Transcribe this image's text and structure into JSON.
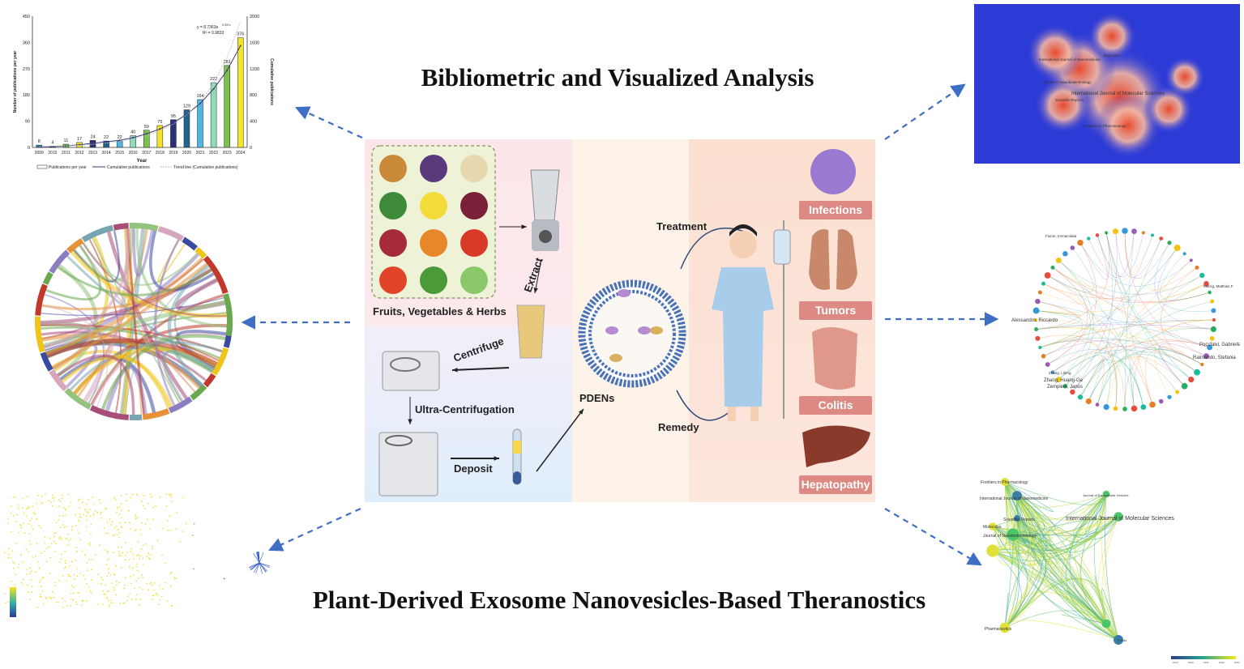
{
  "titles": {
    "top": "Bibliometric and Visualized Analysis",
    "bottom": "Plant-Derived Exosome Nanovesicles-Based Theranostics"
  },
  "workflow": {
    "sources_label": "Fruits, Vegetables & Herbs",
    "extract": "Extract",
    "centrifuge": "Centrifuge",
    "ultra": "Ultra-Centrifugation",
    "deposit": "Deposit",
    "pdens": "PDENs",
    "treatment": "Treatment",
    "remedy": "Remedy",
    "diseases": [
      "Infections",
      "Tumors",
      "Colitis",
      "Hepatopathy"
    ],
    "badge_color": "#dc8a83"
  },
  "chart_data": {
    "type": "bar",
    "categories": [
      "2009",
      "2010",
      "2011",
      "2012",
      "2013",
      "2014",
      "2015",
      "2016",
      "2017",
      "2018",
      "2019",
      "2020",
      "2021",
      "2022",
      "2023",
      "2024"
    ],
    "series": [
      {
        "name": "Publications per year",
        "values": [
          8,
          4,
          11,
          17,
          24,
          22,
          22,
          40,
          59,
          75,
          95,
          129,
          164,
          222,
          281,
          376
        ]
      },
      {
        "name": "Cumulative publications",
        "values": [
          8,
          12,
          23,
          40,
          64,
          86,
          108,
          148,
          207,
          282,
          377,
          506,
          670,
          892,
          1173,
          1549
        ]
      }
    ],
    "trend_name": "Trend line (Cumulative publications)",
    "equation": "y = 8.7363e",
    "equation_exp": "0.337x",
    "r2": "R² = 0.9833",
    "xlabel": "Year",
    "ylabel": "Number of publications per year",
    "y2label": "Cumulative publications",
    "ylim": [
      0,
      450
    ],
    "y2lim": [
      0,
      2000
    ],
    "yticks": [
      0,
      90,
      180,
      270,
      360,
      450
    ],
    "y2ticks": [
      0,
      400,
      800,
      1200,
      1600,
      2000
    ],
    "bar_colors": [
      "#2e7fa0",
      "#2b2f78",
      "#7cc24a",
      "#f2e52c",
      "#2b2f78",
      "#23648c",
      "#4fb6df",
      "#8fdcb8",
      "#7cc24a",
      "#f2e52c",
      "#2b2f78",
      "#23648c",
      "#4fb6df",
      "#8fdcb8",
      "#7cc24a",
      "#f2e52c"
    ]
  },
  "density_map": {
    "labels": [
      "International Journal of Molecular Sciences",
      "Journal of Nanobiotechnology",
      "International Journal of Nanomedicine",
      "Molecules",
      "Scientific Reports",
      "Frontiers in Pharmacology"
    ]
  },
  "coauthor_network": {
    "labels": [
      "Alessandro, Riccardo",
      "Raimondo, Stefania",
      "Pocsfalvi, Gabriella",
      "Zempleni, Janos",
      "Zhang, Huang-Ge",
      "Fiume, Immacolata",
      "Melzig, Matthias F.",
      "Zhang, Lifeng"
    ]
  },
  "journal_network": {
    "labels": [
      "International Journal of Molecular Sciences",
      "Frontiers in Pharmacology",
      "International Journal of Nanomedicine",
      "Journal of Nanobiotechnology",
      "Molecules",
      "Scientific Reports",
      "Journal of Extracellular Vesicles",
      "Pharmaceutics",
      "Foods"
    ],
    "scale_ticks": [
      "2019",
      "2020",
      "2021",
      "2022",
      "2023"
    ]
  }
}
